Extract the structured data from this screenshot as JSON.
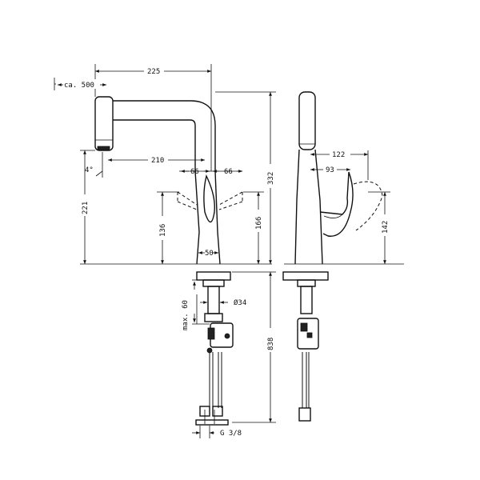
{
  "dimensions": {
    "hose_extension": "ca. 500",
    "spout_reach_total": "225",
    "spout_reach": "210",
    "spray_angle": "4°",
    "overall_height": "332",
    "spout_height": "221",
    "handle_swing_left": "66",
    "handle_swing_right": "66",
    "height_136": "136",
    "height_166": "166",
    "base_diameter": "50",
    "side_122": "122",
    "side_93": "93",
    "side_142": "142",
    "max_mounting": "max. 60",
    "hole_diameter": "Ø34",
    "hose_length": "838",
    "connection_thread": "G 3/8"
  }
}
